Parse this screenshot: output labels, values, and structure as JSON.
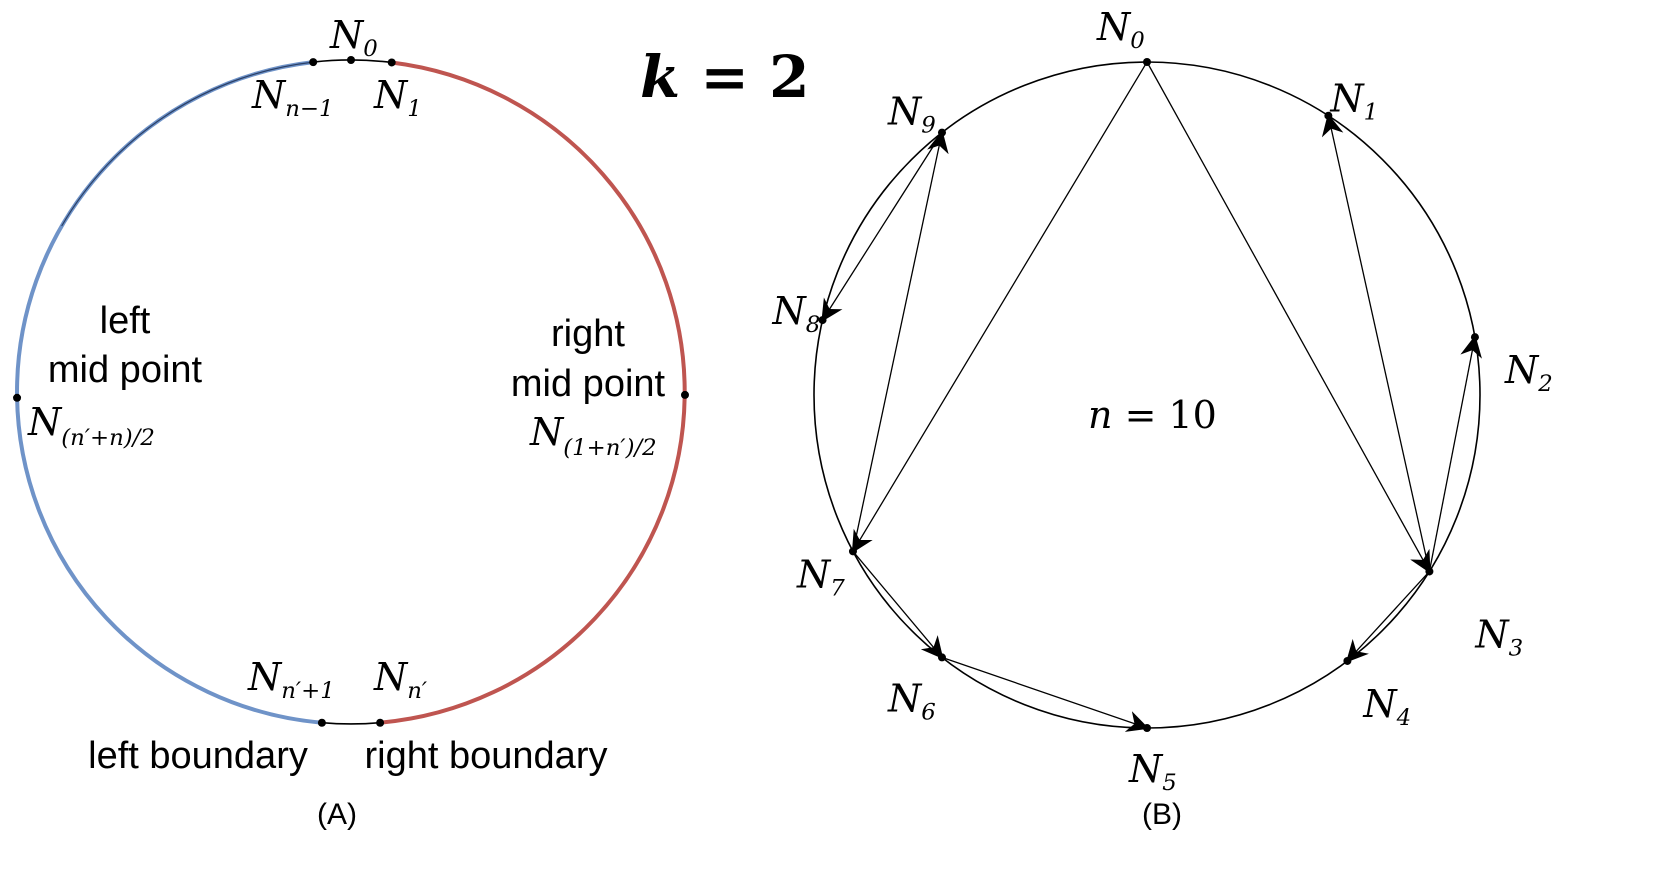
{
  "panel_a": {
    "caption": "(A)",
    "colors": {
      "left_arc": "#6f93c8",
      "right_arc": "#bf5550",
      "plain_arc": "#000000"
    },
    "labels": {
      "n0": {
        "base": "N",
        "sub": "0"
      },
      "n_minus_1": {
        "base": "N",
        "sub": "n−1"
      },
      "n1": {
        "base": "N",
        "sub": "1"
      },
      "n_prime_plus_1": {
        "base": "N",
        "sub": "n′+1"
      },
      "n_prime": {
        "base": "N",
        "sub": "n′"
      },
      "left_mid": {
        "base": "N",
        "sub": "(n′+n)/2"
      },
      "right_mid": {
        "base": "N",
        "sub": "(1+n′)/2"
      }
    },
    "left_mid_text": [
      "left",
      "mid point"
    ],
    "right_mid_text": [
      "right",
      "mid point"
    ],
    "left_boundary": "left boundary",
    "right_boundary": "right boundary"
  },
  "k_label": {
    "var": "k",
    "eq": " = 2"
  },
  "panel_b": {
    "caption": "(B)",
    "n_label": {
      "var": "n",
      "eq": " = 10"
    },
    "node_count": 10,
    "nodes": [
      {
        "base": "N",
        "sub": "0"
      },
      {
        "base": "N",
        "sub": "1"
      },
      {
        "base": "N",
        "sub": "2"
      },
      {
        "base": "N",
        "sub": "3"
      },
      {
        "base": "N",
        "sub": "4"
      },
      {
        "base": "N",
        "sub": "5"
      },
      {
        "base": "N",
        "sub": "6"
      },
      {
        "base": "N",
        "sub": "7"
      },
      {
        "base": "N",
        "sub": "8"
      },
      {
        "base": "N",
        "sub": "9"
      }
    ],
    "edges": [
      [
        0,
        3
      ],
      [
        0,
        7
      ],
      [
        3,
        1
      ],
      [
        3,
        2
      ],
      [
        3,
        4
      ],
      [
        7,
        9
      ],
      [
        9,
        8
      ],
      [
        7,
        6
      ],
      [
        6,
        5
      ]
    ]
  }
}
